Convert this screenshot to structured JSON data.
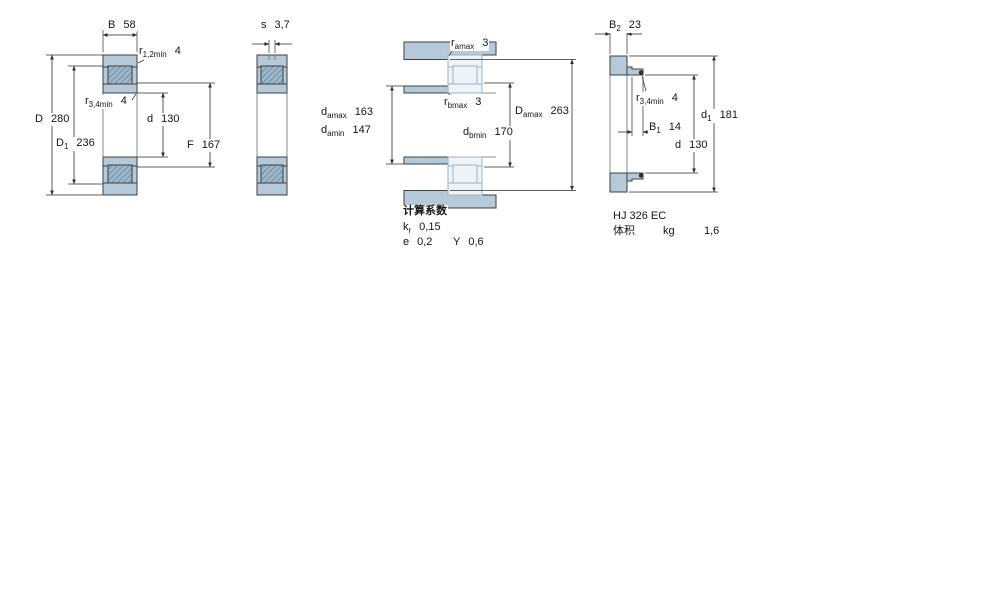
{
  "figures": {
    "fig1": {
      "name": "bearing-cross-section",
      "dims": {
        "B": {
          "sym": "B",
          "value": "58"
        },
        "r12": {
          "sym": "r",
          "sub": "1,2min",
          "value": "4"
        },
        "r34": {
          "sym": "r",
          "sub": "3,4min",
          "value": "4"
        },
        "D": {
          "sym": "D",
          "value": "280"
        },
        "D1": {
          "sym": "D",
          "sub": "1",
          "value": "236"
        },
        "d": {
          "sym": "d",
          "value": "130"
        },
        "F": {
          "sym": "F",
          "value": "167"
        }
      }
    },
    "fig2": {
      "name": "axial-displacement-view",
      "dims": {
        "s": {
          "sym": "s",
          "value": "3,7"
        }
      }
    },
    "fig3": {
      "name": "abutment-and-fillet-dimensions",
      "dims": {
        "ramax": {
          "sym": "r",
          "sub": "amax",
          "value": "3"
        },
        "rbmax": {
          "sym": "r",
          "sub": "bmax",
          "value": "3"
        },
        "damax": {
          "sym": "d",
          "sub": "amax",
          "value": "163"
        },
        "damin": {
          "sym": "d",
          "sub": "amin",
          "value": "147"
        },
        "dbmin": {
          "sym": "d",
          "sub": "bmin",
          "value": "170"
        },
        "Damax": {
          "sym": "D",
          "sub": "amax",
          "value": "263"
        }
      },
      "factors": {
        "title": "计算系数",
        "kr": {
          "sym": "k",
          "sub": "r",
          "value": "0,15"
        },
        "e": {
          "sym": "e",
          "value": "0,2"
        },
        "Y": {
          "sym": "Y",
          "value": "0,6"
        }
      }
    },
    "fig4": {
      "name": "hj-angle-ring",
      "designation": "HJ 326 EC",
      "dims": {
        "B2": {
          "sym": "B",
          "sub": "2",
          "value": "23"
        },
        "r34": {
          "sym": "r",
          "sub": "3,4min",
          "value": "4"
        },
        "d1": {
          "sym": "d",
          "sub": "1",
          "value": "181"
        },
        "B1": {
          "sym": "B",
          "sub": "1",
          "value": "14"
        },
        "d": {
          "sym": "d",
          "value": "130"
        }
      },
      "mass": {
        "label": "体积",
        "unit": "kg",
        "value": "1,6"
      }
    }
  },
  "colors": {
    "ring_fill": "#b5c9d8",
    "roller_hatch_bg": "#9db6c9",
    "roller_hatch_line": "#54748c",
    "outline": "#3f3f3f",
    "ghost_outline": "#9fb3c2",
    "dimension_line": "#2e2e2e",
    "text": "#151515",
    "background": "#ffffff"
  }
}
